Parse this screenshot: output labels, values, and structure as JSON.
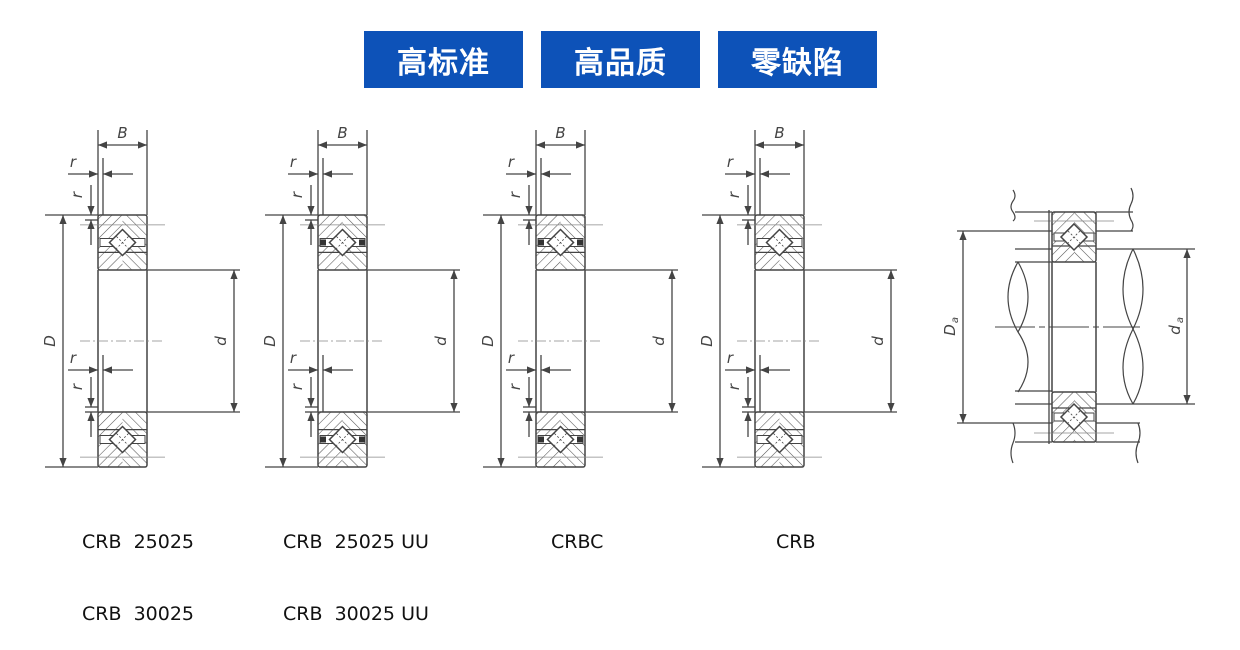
{
  "badges": [
    "高标准",
    "高品质",
    "零缺陷"
  ],
  "brand_color": "#0d52b8",
  "drawings": [
    {
      "variant": "seal",
      "labels": {
        "B": "B",
        "r": "r",
        "D": "D",
        "d": "d"
      },
      "caption": [
        "CRB  25025",
        "CRB  30025"
      ]
    },
    {
      "variant": "seal-uu",
      "labels": {
        "B": "B",
        "r": "r",
        "D": "D",
        "d": "d"
      },
      "caption": [
        "CRB  25025 UU",
        "CRB  30025 UU"
      ]
    },
    {
      "variant": "crbc",
      "labels": {
        "B": "B",
        "r": "r",
        "D": "D",
        "d": "d"
      },
      "caption": [
        "CRBC"
      ]
    },
    {
      "variant": "crb",
      "labels": {
        "B": "B",
        "r": "r",
        "D": "D",
        "d": "d"
      },
      "caption": [
        "CRB"
      ]
    }
  ],
  "mounting": {
    "labels": {
      "Da": "D",
      "Da_sub": "a",
      "da": "d",
      "da_sub": "a"
    }
  }
}
